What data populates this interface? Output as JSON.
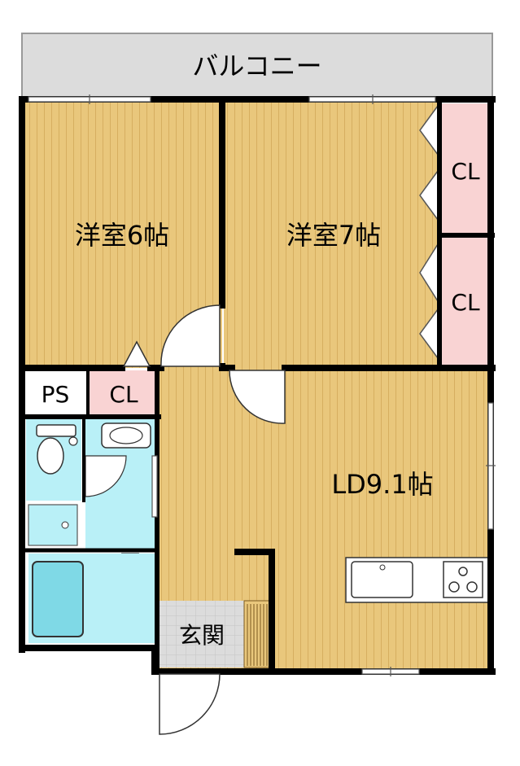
{
  "rooms": {
    "balcony": "バルコニー",
    "western_room_1": "洋室6帖",
    "western_room_2": "洋室7帖",
    "closet_top": "CL",
    "closet_bottom": "CL",
    "closet_small": "CL",
    "pipe_space": "PS",
    "living_dining": "LD9.1帖",
    "entrance": "玄関"
  },
  "colors": {
    "floor_wood": "#E9C77C",
    "floor_stripe": "#D4A95A",
    "closet": "#F9D3D3",
    "wet_area": "#B9F0F7",
    "bath_tub": "#7FD9E6",
    "balcony": "#DCDCDC",
    "entrance_tile": "#D9D9D9",
    "wall": "#000000"
  }
}
